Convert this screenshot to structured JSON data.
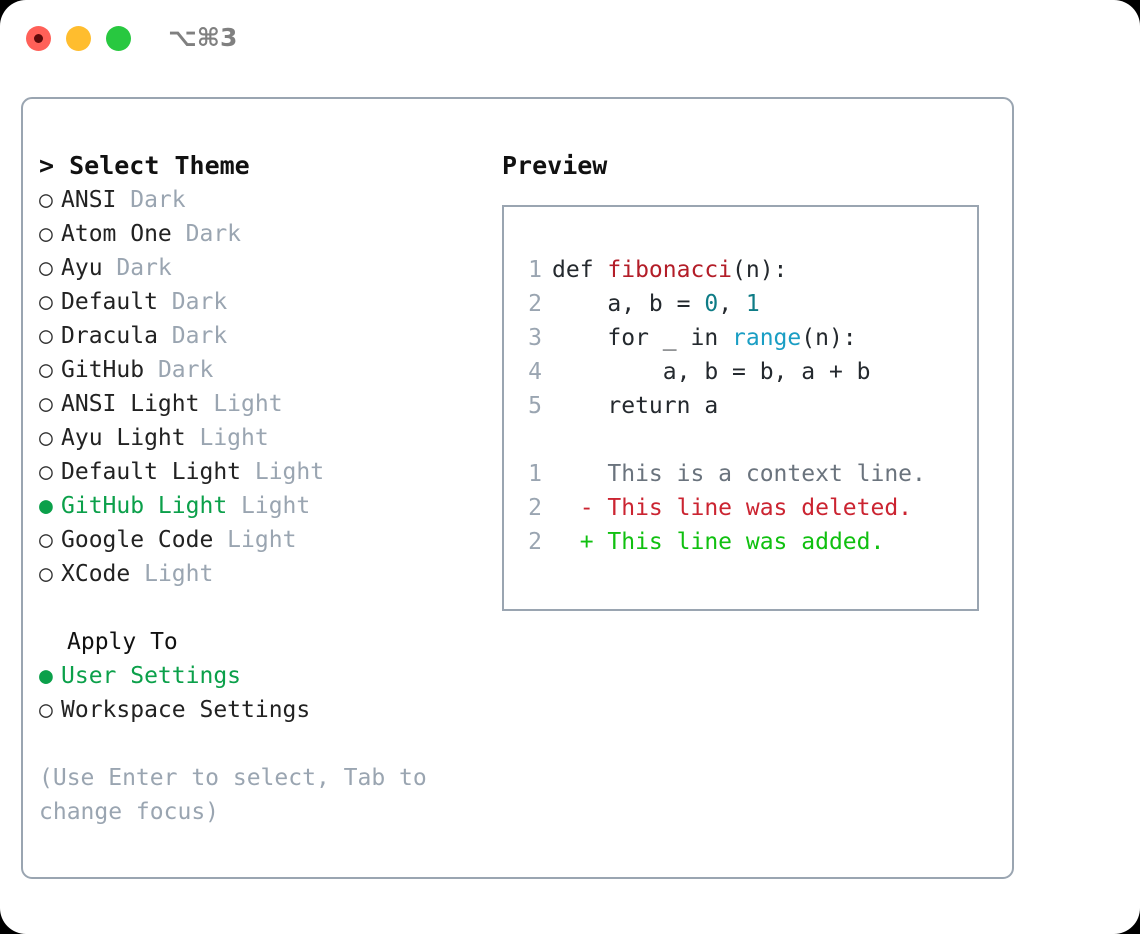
{
  "window": {
    "shortcut": "⌥⌘3",
    "traffic_lights": [
      {
        "name": "close-button",
        "color": "#ff6058"
      },
      {
        "name": "minimize-button",
        "color": "#ffbd2e"
      },
      {
        "name": "maximize-button",
        "color": "#28c840"
      }
    ]
  },
  "left": {
    "title": "> Select Theme",
    "themes": [
      {
        "marker": "○",
        "name": "ANSI",
        "variant": "Dark",
        "selected": false
      },
      {
        "marker": "○",
        "name": "Atom One",
        "variant": "Dark",
        "selected": false
      },
      {
        "marker": "○",
        "name": "Ayu",
        "variant": "Dark",
        "selected": false
      },
      {
        "marker": "○",
        "name": "Default",
        "variant": "Dark",
        "selected": false
      },
      {
        "marker": "○",
        "name": "Dracula",
        "variant": "Dark",
        "selected": false
      },
      {
        "marker": "○",
        "name": "GitHub",
        "variant": "Dark",
        "selected": false
      },
      {
        "marker": "○",
        "name": "ANSI Light",
        "variant": "Light",
        "selected": false
      },
      {
        "marker": "○",
        "name": "Ayu Light",
        "variant": "Light",
        "selected": false
      },
      {
        "marker": "○",
        "name": "Default Light",
        "variant": "Light",
        "selected": false
      },
      {
        "marker": "●",
        "name": "GitHub Light",
        "variant": "Light",
        "selected": true
      },
      {
        "marker": "○",
        "name": "Google Code",
        "variant": "Light",
        "selected": false
      },
      {
        "marker": "○",
        "name": "XCode",
        "variant": "Light",
        "selected": false
      }
    ],
    "apply_to": {
      "title": "Apply To",
      "options": [
        {
          "marker": "●",
          "label": "User Settings",
          "selected": true
        },
        {
          "marker": "○",
          "label": "Workspace Settings",
          "selected": false
        }
      ]
    },
    "hint": "(Use Enter to select, Tab to change focus)"
  },
  "right": {
    "title": "Preview",
    "code": [
      {
        "ln": "1",
        "indent": "",
        "tokens": [
          {
            "t": "def ",
            "c": "plain"
          },
          {
            "t": "fibonacci",
            "c": "fn"
          },
          {
            "t": "(n):",
            "c": "plain"
          }
        ]
      },
      {
        "ln": "2",
        "indent": "    ",
        "tokens": [
          {
            "t": "a, b = ",
            "c": "plain"
          },
          {
            "t": "0",
            "c": "num"
          },
          {
            "t": ", ",
            "c": "plain"
          },
          {
            "t": "1",
            "c": "num"
          }
        ]
      },
      {
        "ln": "3",
        "indent": "    ",
        "tokens": [
          {
            "t": "for _ in ",
            "c": "plain"
          },
          {
            "t": "range",
            "c": "call"
          },
          {
            "t": "(n):",
            "c": "plain"
          }
        ]
      },
      {
        "ln": "4",
        "indent": "        ",
        "tokens": [
          {
            "t": "a, b = b, a + b",
            "c": "plain"
          }
        ]
      },
      {
        "ln": "5",
        "indent": "    ",
        "tokens": [
          {
            "t": "return a",
            "c": "plain"
          }
        ]
      }
    ],
    "diff": [
      {
        "ln": "1",
        "sign": "  ",
        "text": "This is a context line.",
        "kind": "context"
      },
      {
        "ln": "2",
        "sign": "- ",
        "text": "This line was deleted.",
        "kind": "del"
      },
      {
        "ln": "2",
        "sign": "+ ",
        "text": "This line was added.",
        "kind": "add"
      }
    ]
  },
  "colors": {
    "selected_green": "#0ba04a",
    "diff_add_green": "#10c010",
    "diff_del_red": "#cb2431",
    "function_red": "#b31d28",
    "number_teal": "#0e7c86",
    "call_blue": "#1a9ec4",
    "muted_grey": "#9aa5b1",
    "border": "#9aa5b1"
  }
}
